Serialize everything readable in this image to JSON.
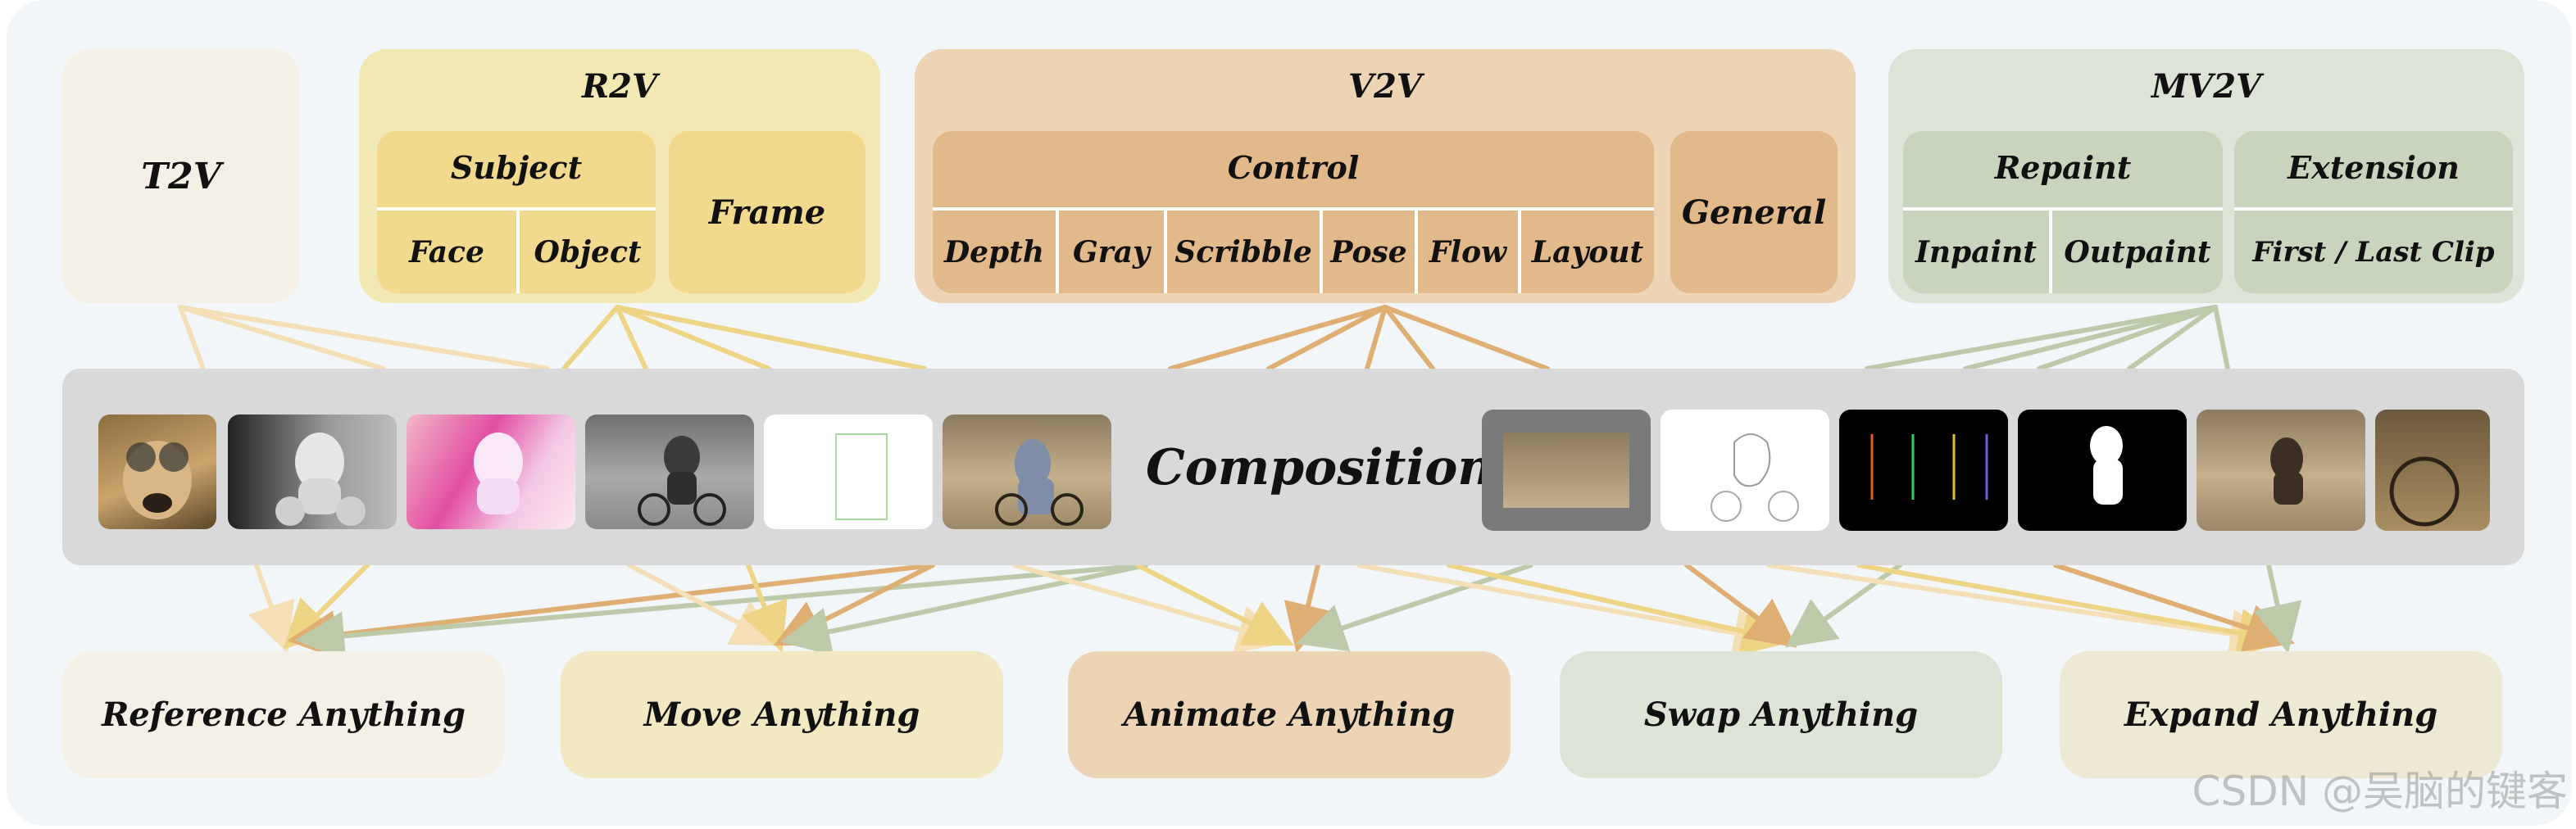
{
  "groups": {
    "t2v": {
      "title": "T2V"
    },
    "r2v": {
      "title": "R2V",
      "subject": "Subject",
      "face": "Face",
      "object": "Object",
      "frame": "Frame"
    },
    "v2v": {
      "title": "V2V",
      "control": "Control",
      "cells": [
        "Depth",
        "Gray",
        "Scribble",
        "Pose",
        "Flow",
        "Layout"
      ],
      "general": "General"
    },
    "mv2v": {
      "title": "MV2V",
      "repaint": "Repaint",
      "inpaint": "Inpaint",
      "outpaint": "Outpaint",
      "extension": "Extension",
      "clip": "First / Last Clip"
    }
  },
  "composition": {
    "label": "Composition"
  },
  "outputs": [
    "Reference Anything",
    "Move Anything",
    "Animate Anything",
    "Swap Anything",
    "Expand Anything"
  ],
  "watermark": "CSDN @吴脑的键客",
  "colors": {
    "t2v": "#f5f0e6",
    "r2v": "#f2e8b4",
    "r2v_inner": "#f1da8e",
    "v2v": "#edd4b4",
    "v2v_inner": "#e2b98a",
    "mv2v": "#dde4d6",
    "mv2v_inner": "#c8d4bc",
    "composition_band": "#d9d9d9",
    "line_t2v": "#f5dfb6",
    "line_r2v": "#eed485",
    "line_v2v": "#dfae72",
    "line_mv2v": "#bccaaa"
  }
}
